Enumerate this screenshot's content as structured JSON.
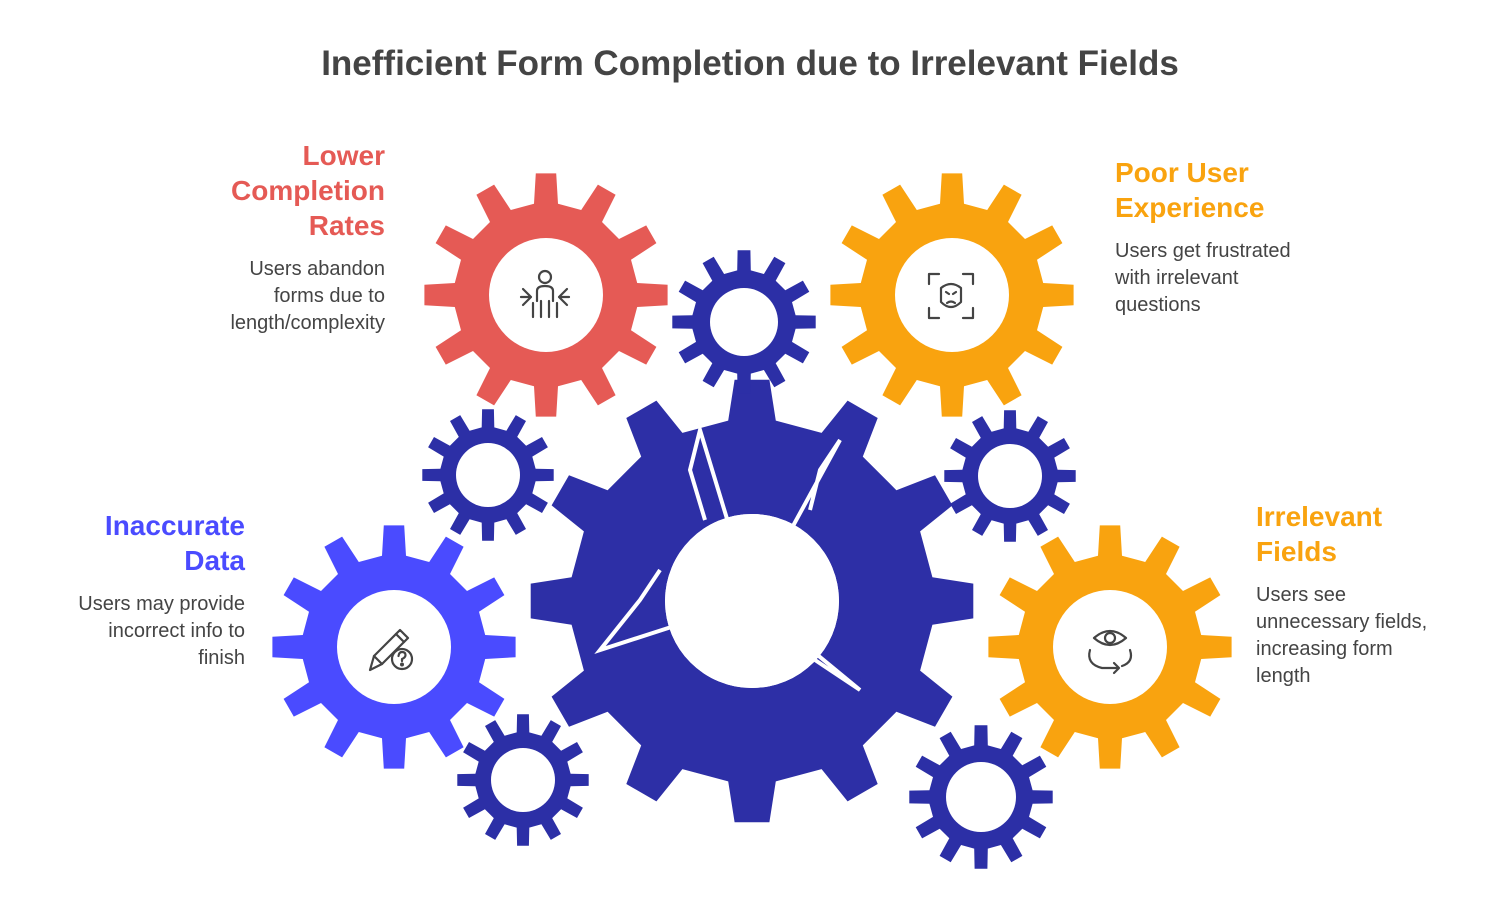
{
  "title": "Inefficient Form Completion due to Irrelevant Fields",
  "colors": {
    "red": "#e55a55",
    "blue_small": "#2c2fa6",
    "blue_main": "#2d2fa6",
    "blue_accent": "#4a4bff",
    "orange": "#f9a30f",
    "text": "#444444",
    "icon": "#444444"
  },
  "items": [
    {
      "key": "lower",
      "heading": [
        "Lower",
        "Completion",
        "Rates"
      ],
      "description": [
        "Users abandon",
        "forms due to",
        "length/complexity"
      ],
      "icon": "compressed-person-icon"
    },
    {
      "key": "inaccurate",
      "heading": [
        "Inaccurate",
        "Data"
      ],
      "description": [
        "Users may provide",
        "incorrect info to",
        "finish"
      ],
      "icon": "pencil-question-icon"
    },
    {
      "key": "poor",
      "heading": [
        "Poor User",
        "Experience"
      ],
      "description": [
        "Users get frustrated",
        "with irrelevant",
        "questions"
      ],
      "icon": "face-scan-icon"
    },
    {
      "key": "irrelevant",
      "heading": [
        "Irrelevant",
        "Fields"
      ],
      "description": [
        "Users see",
        "unnecessary fields,",
        "increasing form",
        "length"
      ],
      "icon": "eye-cycle-icon"
    }
  ]
}
